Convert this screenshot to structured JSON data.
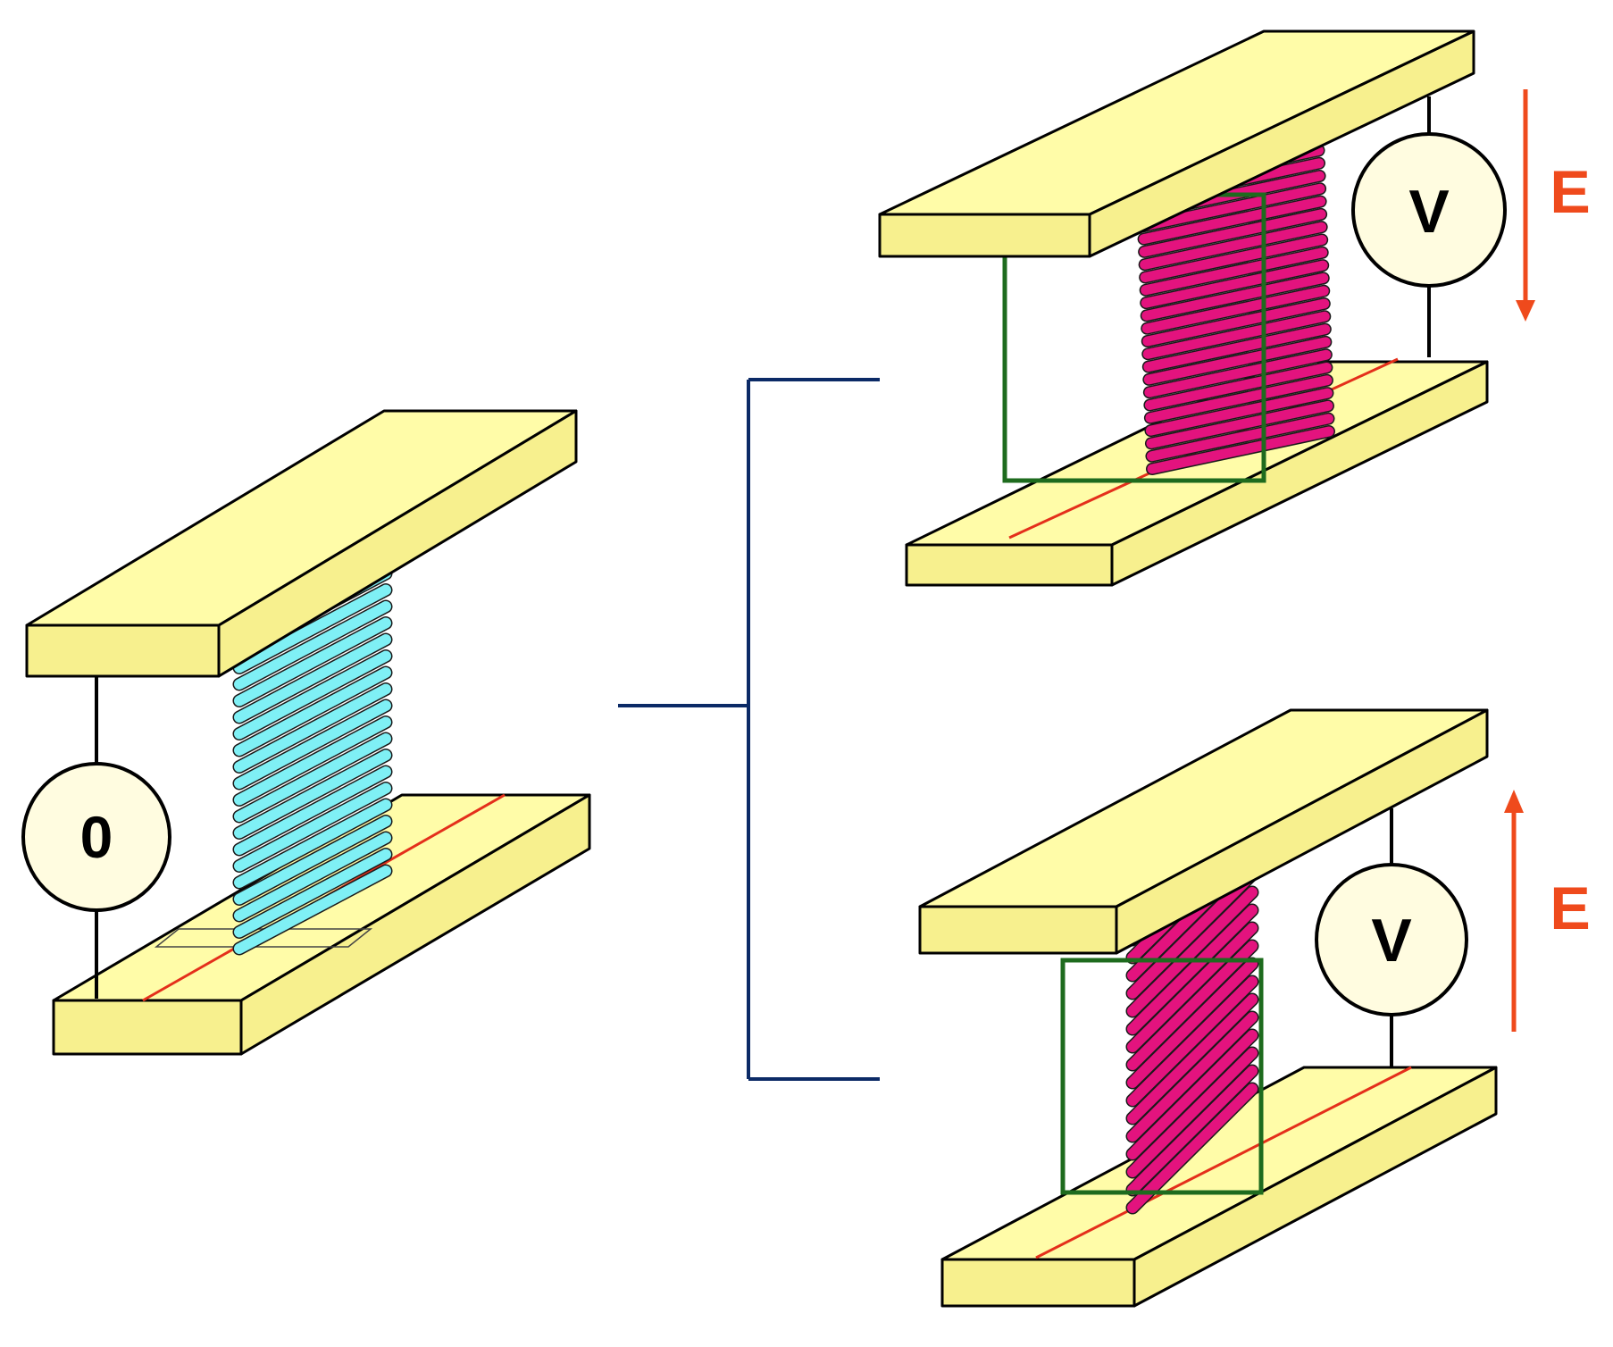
{
  "meters": {
    "left": "0",
    "top_right": "V",
    "bottom_right": "V"
  },
  "field_labels": {
    "top": "E",
    "bottom": "E"
  },
  "colors": {
    "plate": "#fffca8",
    "plate_side": "#f7f08e",
    "rods_unpolarized": "#7ff0f5",
    "rods_polarized": "#e3137e",
    "frame": "#1e6b1e",
    "field_arrow": "#ef4a1c",
    "bracket": "#0b2a66"
  },
  "field_arrows": {
    "top": "down",
    "bottom": "up"
  }
}
